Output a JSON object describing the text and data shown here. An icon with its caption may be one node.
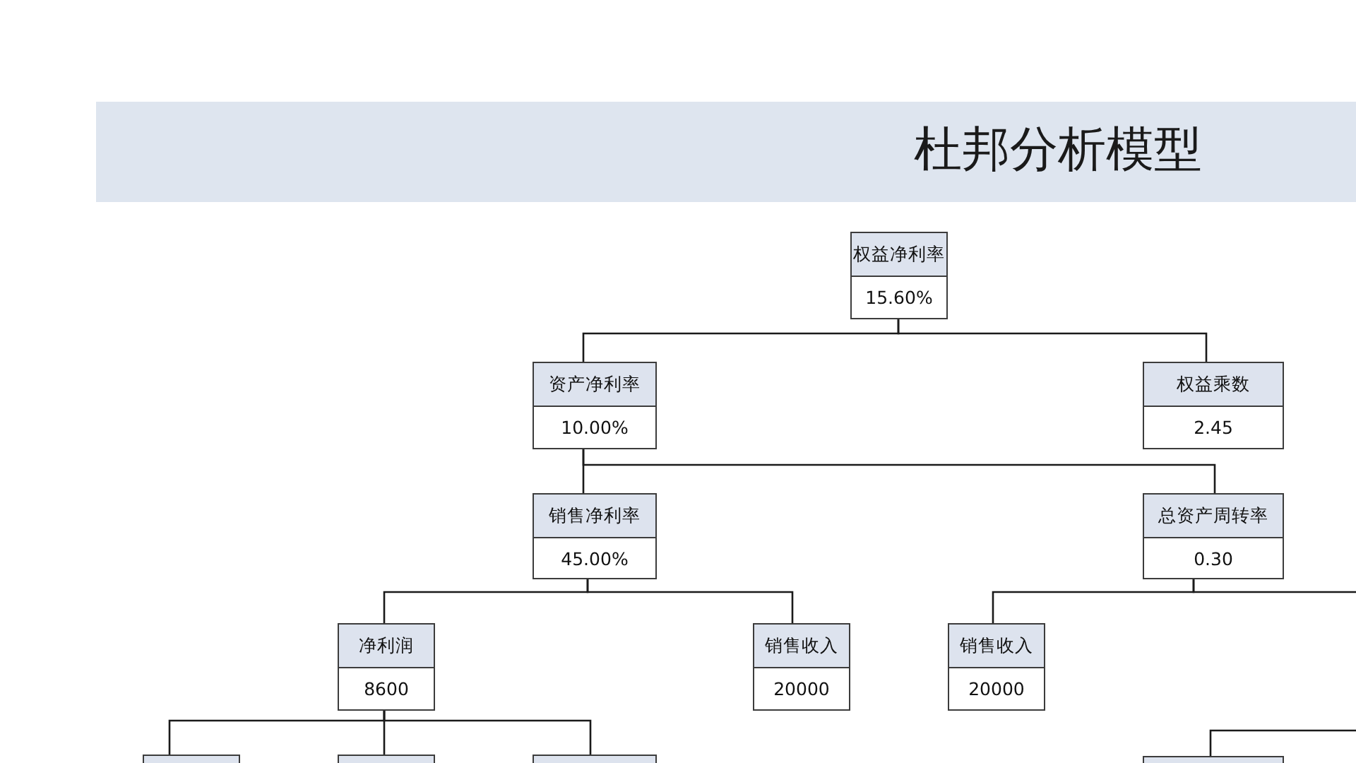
{
  "diagram": {
    "title": "杜邦分析模型",
    "nodes": [
      {
        "text": [
          "权益净利率",
          "15.60%"
        ]
      },
      {
        "text": [
          "资产净利率",
          "10.00%"
        ]
      },
      {
        "text": [
          "权益乘数",
          "2.45"
        ]
      },
      {
        "text": [
          "销售净利率",
          "45.00%"
        ]
      },
      {
        "text": [
          "总资产周转率",
          "0.30"
        ]
      },
      {
        "text": [
          "净利润",
          "8600"
        ]
      },
      {
        "text": [
          "销售收入",
          "20000"
        ]
      },
      {
        "text": [
          "销售收入",
          "20000"
        ]
      },
      {
        "text": [],
        "shape": "box"
      },
      {
        "text": [],
        "shape": "box"
      },
      {
        "text": [],
        "shape": "box"
      },
      {
        "text": [],
        "shape": "box"
      }
    ],
    "edges": [
      {
        "from": 0,
        "to": 1,
        "arrow": "none"
      },
      {
        "from": 0,
        "to": 2,
        "arrow": "none"
      },
      {
        "from": 1,
        "to": 3,
        "arrow": "none"
      },
      {
        "from": 1,
        "to": 4,
        "arrow": "none"
      },
      {
        "from": 3,
        "to": 5,
        "arrow": "none"
      },
      {
        "from": 3,
        "to": 6,
        "arrow": "none"
      },
      {
        "from": 4,
        "to": 7,
        "arrow": "none"
      },
      {
        "from": 4,
        "to": null,
        "arrow": "none"
      },
      {
        "from": 5,
        "to": 8,
        "arrow": "none"
      },
      {
        "from": 5,
        "to": 9,
        "arrow": "none"
      },
      {
        "from": 5,
        "to": 10,
        "arrow": "none"
      },
      {
        "from": null,
        "to": 11,
        "arrow": "none"
      }
    ]
  }
}
